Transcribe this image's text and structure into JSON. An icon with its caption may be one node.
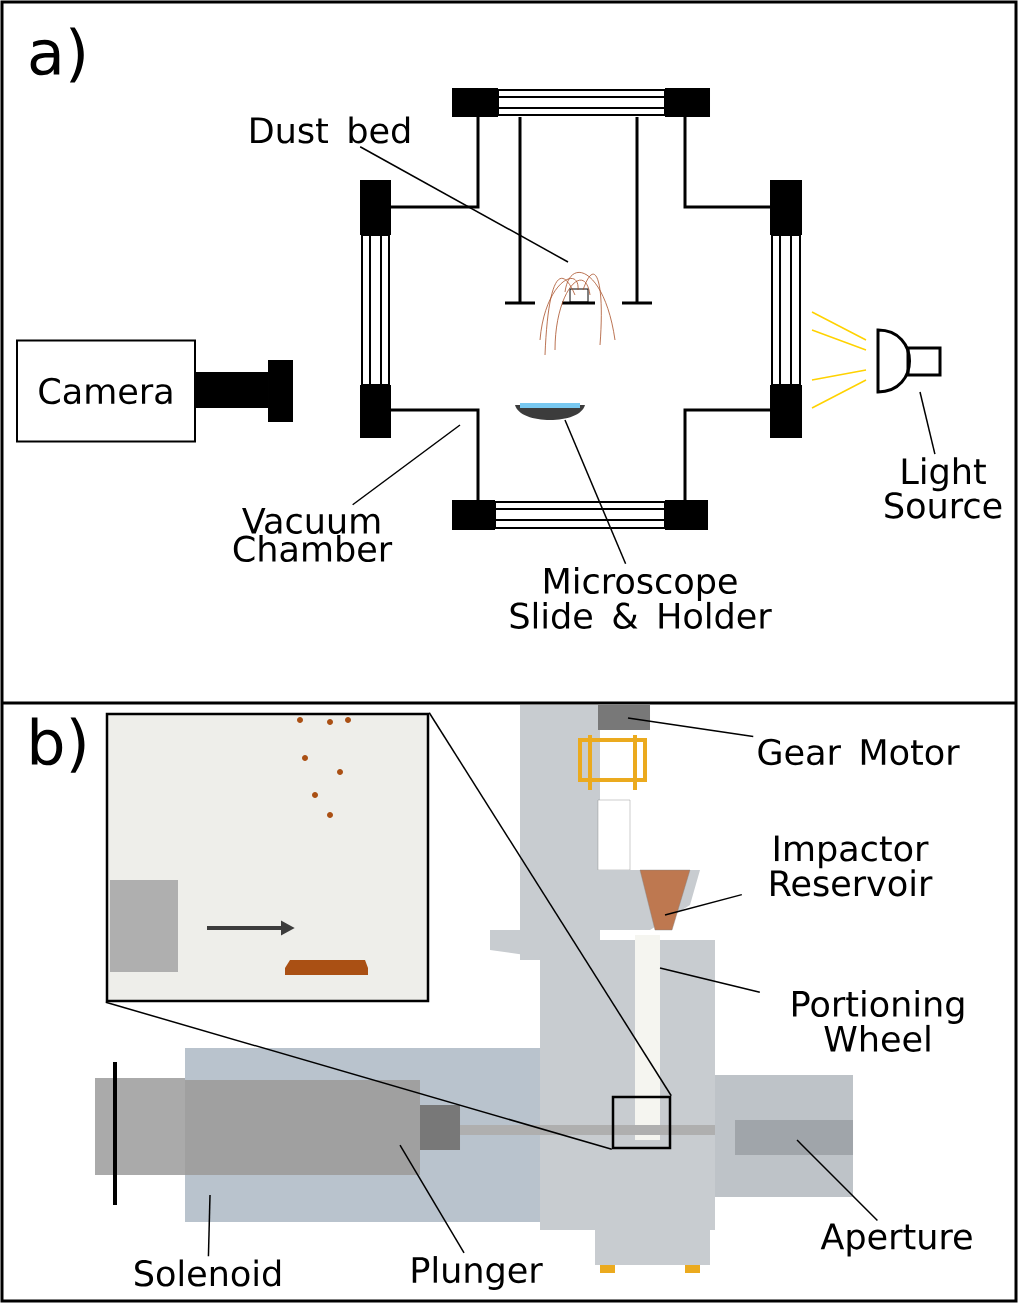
{
  "diagram": {
    "nodes": [
      {
        "text": [
          "Camera"
        ]
      },
      {
        "text": [
          "Dust bed"
        ]
      },
      {
        "text": [
          "Vacuum Chamber"
        ]
      },
      {
        "text": [
          "Microscope Slide & Holder"
        ]
      },
      {
        "text": [
          "Light Source"
        ]
      },
      {
        "text": [],
        "shape": "box"
      },
      {
        "text": [],
        "shape": "box"
      },
      {
        "text": [
          "Gear Motor"
        ]
      },
      {
        "text": [
          "Impactor Reservoir"
        ]
      },
      {
        "text": [
          "Portioning Wheel"
        ]
      },
      {
        "text": [
          "Solenoid"
        ]
      },
      {
        "text": [
          "Plunger"
        ]
      },
      {
        "text": [
          "Aperture"
        ]
      }
    ],
    "edges": [
      {
        "from": 1,
        "to": null,
        "arrow": "none"
      },
      {
        "from": 2,
        "to": null,
        "arrow": "none"
      },
      {
        "from": 3,
        "to": null,
        "arrow": "none"
      },
      {
        "from": 4,
        "to": null,
        "arrow": "none"
      },
      {
        "from": 6,
        "to": 5,
        "arrow": "none"
      },
      {
        "from": 6,
        "to": 5,
        "arrow": "none"
      },
      {
        "from": 7,
        "to": null,
        "arrow": "none"
      },
      {
        "from": 8,
        "to": null,
        "arrow": "none"
      },
      {
        "from": 9,
        "to": null,
        "arrow": "none"
      },
      {
        "from": 10,
        "to": null,
        "arrow": "none"
      },
      {
        "from": 11,
        "to": null,
        "arrow": "none"
      },
      {
        "from": 12,
        "to": null,
        "arrow": "none"
      }
    ],
    "labels": [
      "a)",
      "b)"
    ]
  }
}
